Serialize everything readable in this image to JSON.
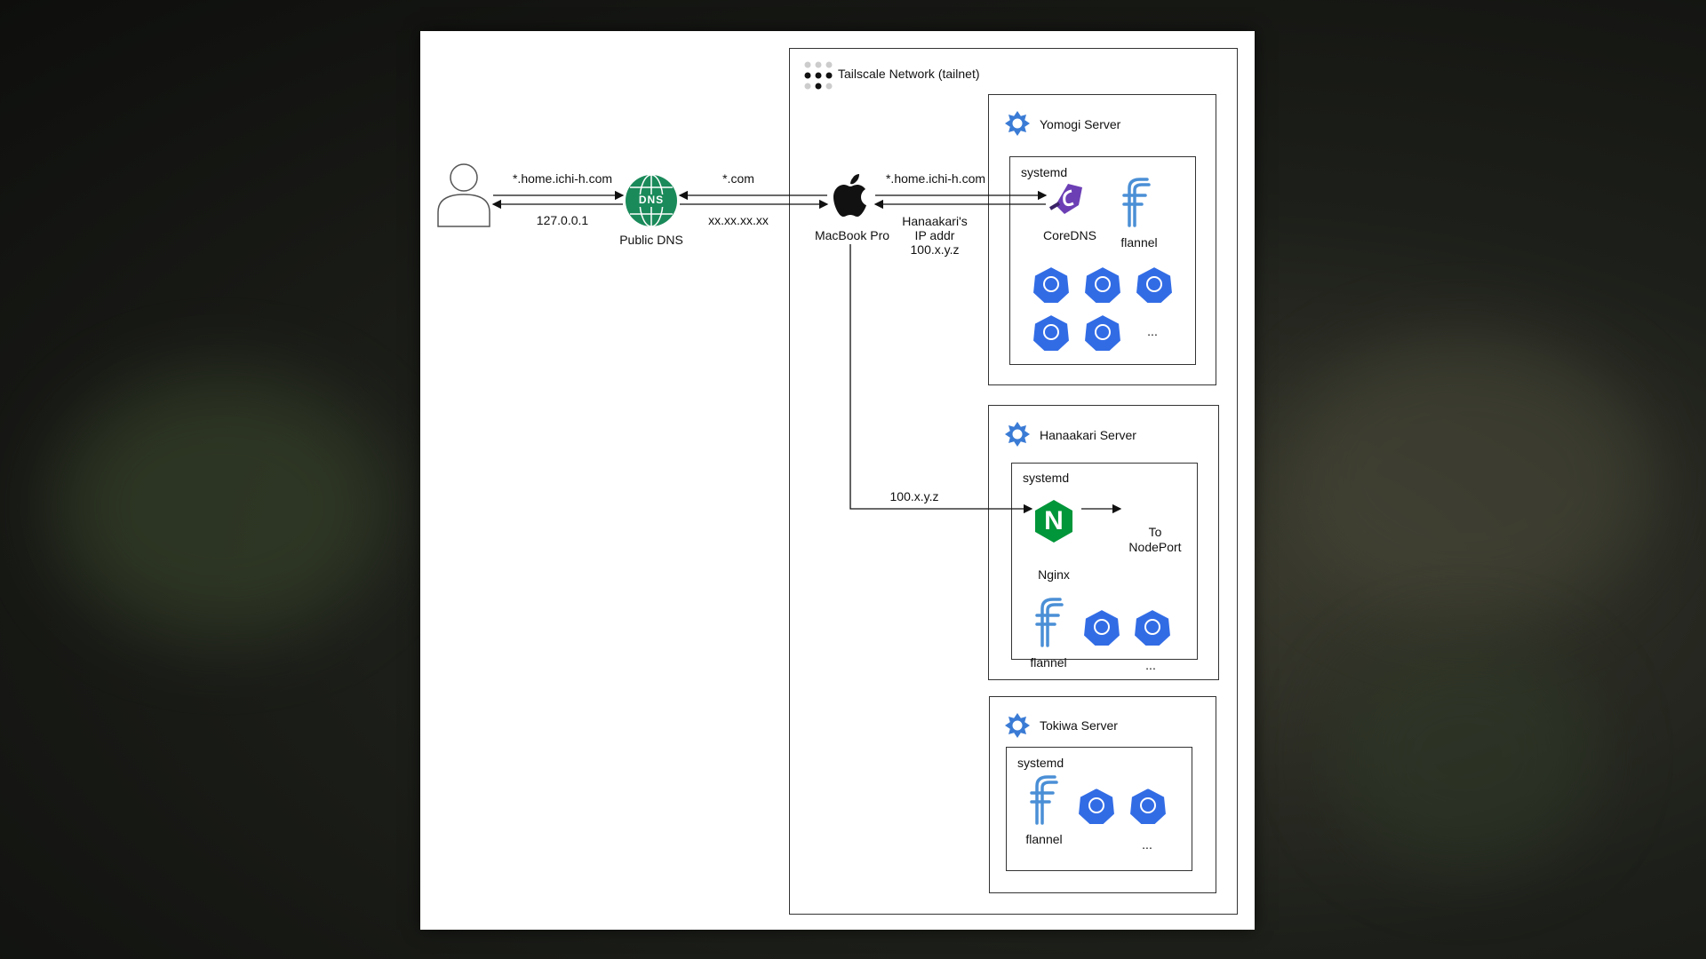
{
  "tailnet": {
    "title": "Tailscale Network (tailnet)"
  },
  "user": {
    "icon": "user-icon"
  },
  "public_dns": {
    "label": "Public DNS",
    "badge": "DNS"
  },
  "macbook": {
    "label": "MacBook Pro",
    "icon": "apple-icon"
  },
  "edges": {
    "user_to_dns_top": "*.home.ichi-h.com",
    "user_to_dns_bottom": "127.0.0.1",
    "dns_to_mac_top": "*.com",
    "dns_to_mac_bottom": "xx.xx.xx.xx",
    "mac_to_coredns_top": "*.home.ichi-h.com",
    "mac_to_coredns_bottom_1": "Hanaakari's",
    "mac_to_coredns_bottom_2": "IP addr",
    "mac_to_coredns_bottom_3": "100.x.y.z",
    "mac_to_nginx": "100.x.y.z"
  },
  "servers": {
    "yomogi": {
      "title": "Yomogi Server",
      "systemd": "systemd",
      "coredns": "CoreDNS",
      "flannel": "flannel",
      "ellipsis": "..."
    },
    "hanaakari": {
      "title": "Hanaakari Server",
      "systemd": "systemd",
      "nginx": "Nginx",
      "nginx_letter": "N",
      "to_nodeport_1": "To",
      "to_nodeport_2": "NodePort",
      "flannel": "flannel",
      "ellipsis": "..."
    },
    "tokiwa": {
      "title": "Tokiwa Server",
      "systemd": "systemd",
      "flannel": "flannel",
      "ellipsis": "..."
    }
  },
  "colors": {
    "dns_green": "#1a8a5a",
    "k8s_blue": "#326ce5",
    "flannel_blue": "#4a8fd6",
    "coredns_purple": "#6c3fb5",
    "nginx_green": "#009639",
    "tailscale_blue": "#3a7bd5"
  }
}
